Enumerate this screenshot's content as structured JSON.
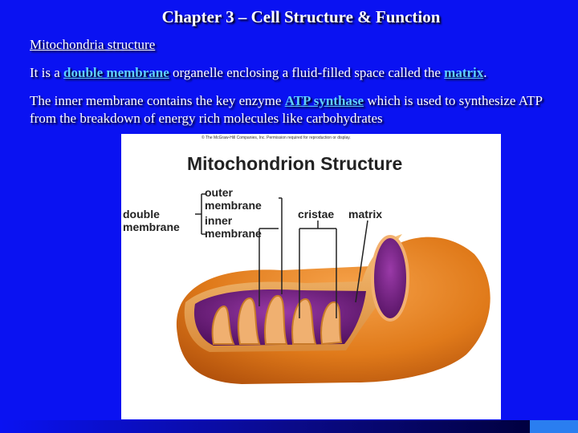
{
  "slide": {
    "title": "Chapter 3 – Cell Structure & Function",
    "subtitle": "Mitochondria structure",
    "para1": {
      "pre": "It is a ",
      "highlight1": "double membrane",
      "mid": " organelle enclosing a fluid-filled space called the ",
      "highlight2": "matrix",
      "post": "."
    },
    "para2": {
      "pre": "The inner membrane contains the key enzyme ",
      "highlight": "ATP synthase",
      "post": " which is used to synthesize ATP from the breakdown of energy rich molecules like carbohydrates"
    }
  },
  "figure": {
    "credit": "© The McGraw-Hill Companies, Inc. Permission required for reproduction or display.",
    "title": "Mitochondrion Structure",
    "labels": {
      "outer1": "outer",
      "outer2": "membrane",
      "double1": "double",
      "double2": "membrane",
      "inner1": "inner",
      "inner2": "membrane",
      "cristae": "cristae",
      "matrix": "matrix"
    }
  },
  "colors": {
    "background": "#0a12f2",
    "highlight": "#5fd0ff",
    "outer_membrane": "#e07a1a",
    "matrix": "#6a1a78"
  }
}
